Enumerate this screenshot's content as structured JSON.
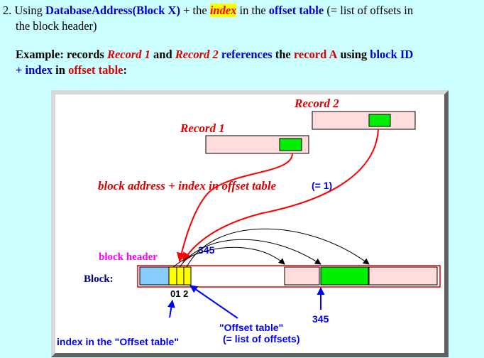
{
  "point": {
    "number": "2.",
    "using": "Using",
    "func": "DatabaseAddress(Block X)",
    "plus_the": "+ the",
    "index": "index",
    "in_the": "in the",
    "offset_table": "offset table",
    "paren": "(= list of offsets in",
    "line2": "the block header)"
  },
  "example": {
    "label": "Example:",
    "records": "records",
    "rec1": "Record 1",
    "and": "and",
    "rec2": "Record 2",
    "references": "references",
    "the1": "the",
    "recA": "record A",
    "using": "using",
    "blockid": "block ID",
    "plus_index": "+ index",
    "in": "in",
    "offset_table": "offset table",
    "colon": ":"
  },
  "diagram": {
    "record1_label": "Record 1",
    "record2_label": "Record 2",
    "address_label": "block address + index in offset table",
    "eq1": "(= 1)",
    "block_header_label": "block header",
    "block_label": "Block:",
    "offset_345_top": "345",
    "index_digits": "01 2",
    "offset_345_bottom": "345",
    "index_caption": "index in the \"Offset table\"",
    "offset_table_caption_1": "\"Offset table\"",
    "offset_table_caption_2": "(= list of offsets)"
  },
  "colors": {
    "background": "#ccffff",
    "record_fill": "#ffdddd",
    "record_green": "#00ee00",
    "header_blue": "#88ccff",
    "offset_yellow": "#ffff00",
    "label_red": "#dd0000",
    "label_magenta": "#ff00ff",
    "pointer_blue": "#0000ff"
  }
}
